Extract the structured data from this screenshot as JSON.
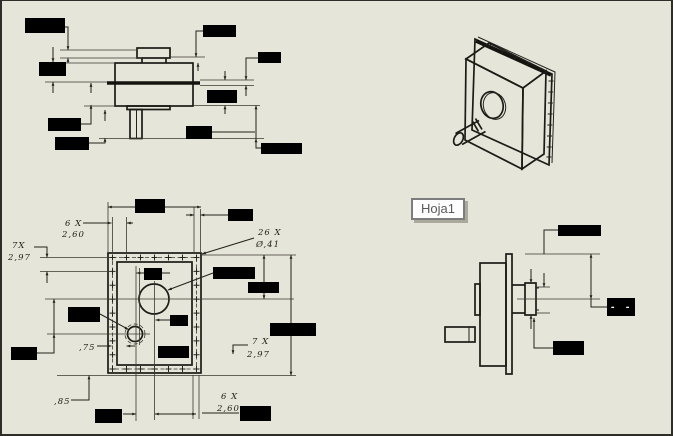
{
  "sheet": {
    "tab_label": "Hoja1",
    "background_color": "#e6e5da",
    "line_color": "#23221c",
    "redaction_color": "#000000"
  },
  "front_view": {
    "labels": {
      "top_count": "6 X",
      "top_pitch": "2,60",
      "left_count": "7X",
      "left_pitch": "2,97",
      "holes_count": "26 X",
      "holes_dia": "Ø,41",
      "offset_a": ",75",
      "right_count": "7 X",
      "right_pitch": "2,97",
      "offset_b": ",85",
      "bottom_count": "6 X",
      "bottom_pitch": "2,60"
    }
  },
  "side_view": {
    "masked_value": "- -"
  }
}
